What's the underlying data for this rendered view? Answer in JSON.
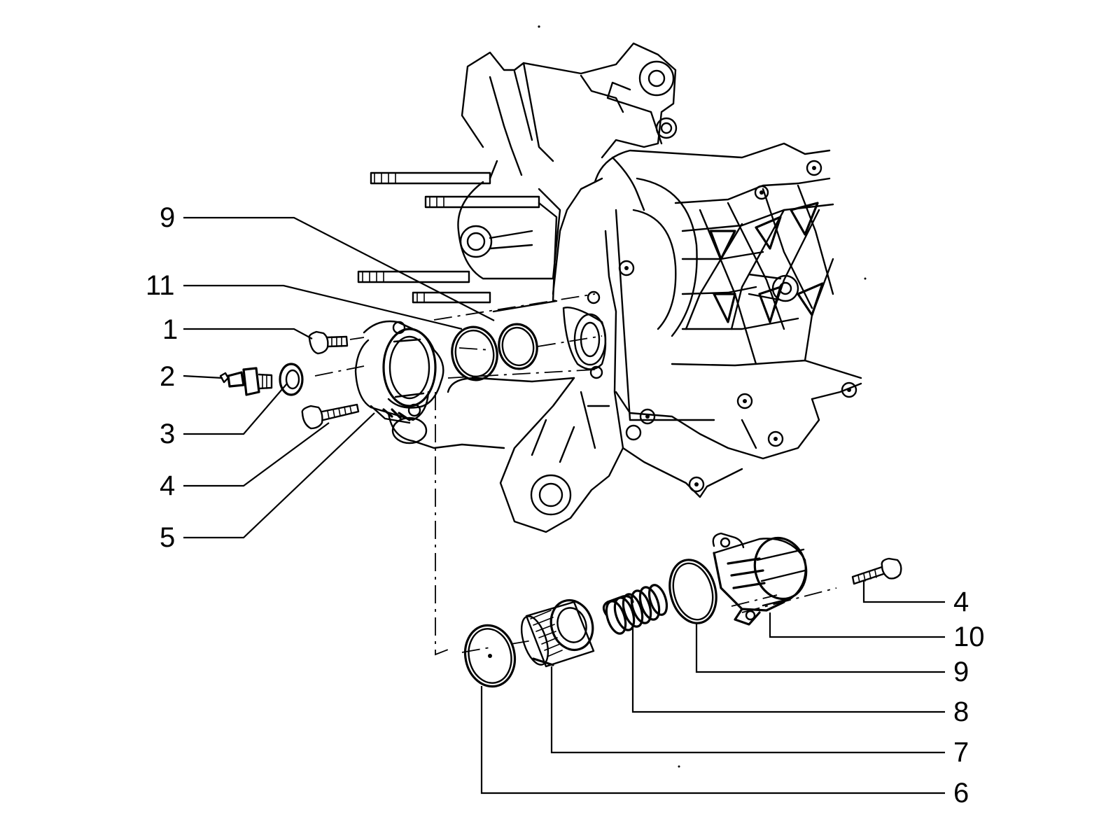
{
  "callouts": {
    "left": [
      "9",
      "11",
      "1",
      "2",
      "3",
      "4",
      "5"
    ],
    "right": [
      "4",
      "10",
      "9",
      "8",
      "7",
      "6"
    ]
  },
  "parts": [
    {
      "ref": "1",
      "name": "bolt"
    },
    {
      "ref": "2",
      "name": "fitting"
    },
    {
      "ref": "3",
      "name": "washer"
    },
    {
      "ref": "4",
      "name": "screw"
    },
    {
      "ref": "5",
      "name": "bearing-housing"
    },
    {
      "ref": "6",
      "name": "snap-ring"
    },
    {
      "ref": "7",
      "name": "needle-roller-bearing"
    },
    {
      "ref": "8",
      "name": "spring"
    },
    {
      "ref": "9",
      "name": "o-ring"
    },
    {
      "ref": "10",
      "name": "cover"
    },
    {
      "ref": "11",
      "name": "o-ring"
    }
  ],
  "colors": {
    "ink": "#000000",
    "paper": "#ffffff"
  }
}
